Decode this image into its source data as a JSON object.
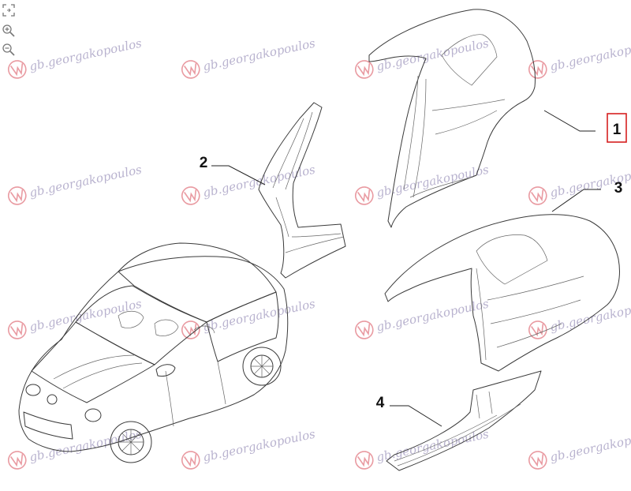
{
  "toolbar": {
    "fit_icon": "fit-to-screen-icon",
    "zoom_in_icon": "zoom-in-icon",
    "zoom_out_icon": "zoom-out-icon"
  },
  "watermark": {
    "text": "gb.georgakopoulos",
    "color": "#b9b3cf",
    "logo_color": "#e0707a"
  },
  "callouts": [
    {
      "id": "1",
      "label": "1",
      "highlighted": true,
      "highlight_color": "#d62020"
    },
    {
      "id": "2",
      "label": "2",
      "highlighted": false
    },
    {
      "id": "3",
      "label": "3",
      "highlighted": false
    },
    {
      "id": "4",
      "label": "4",
      "highlighted": false
    }
  ]
}
